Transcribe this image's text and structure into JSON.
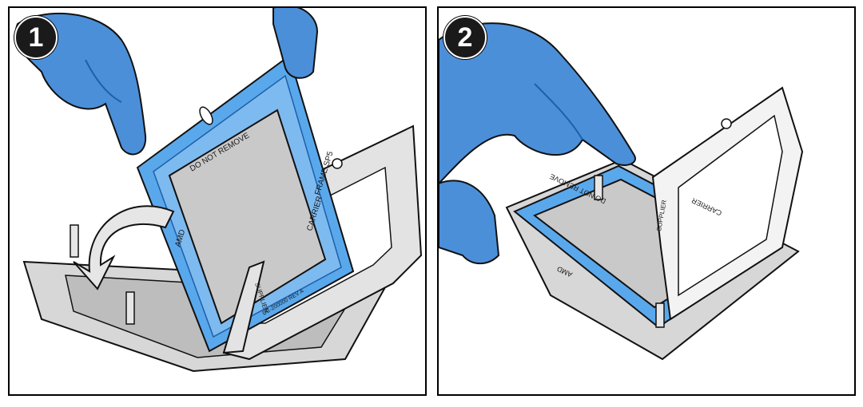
{
  "steps": [
    {
      "number": "1"
    },
    {
      "number": "2"
    }
  ],
  "labels": {
    "do_not_remove": "DO NOT REMOVE",
    "frame": "FRAME SP5",
    "carrier": "CARRIER",
    "amd": "AMD",
    "supplier": "SUPPLIER",
    "part_no": "DC-200000 REV A"
  },
  "colors": {
    "glove": "#4b8fd9",
    "glove_dark": "#1f5fa8",
    "carrier_blue": "#5aa8ec",
    "chip_gray": "#c9c9c9",
    "frame_gray": "#d7d7d7",
    "outline": "#111111"
  }
}
